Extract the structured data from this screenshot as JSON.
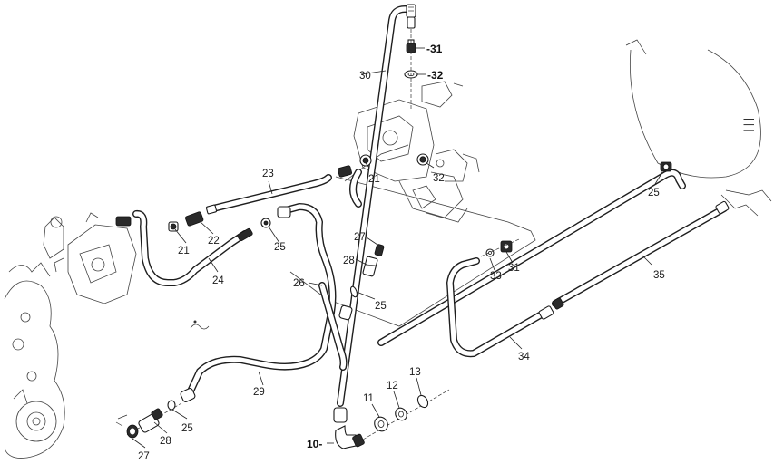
{
  "callouts": {
    "c10": "10-",
    "c11": "11",
    "c12": "12",
    "c13": "13",
    "c21a": "21",
    "c21b": "21",
    "c22": "22",
    "c23": "23",
    "c24": "24",
    "c25a": "25",
    "c25b": "25",
    "c25c": "25",
    "c25d": "25",
    "c26": "26",
    "c27a": "27",
    "c27b": "27",
    "c28a": "28",
    "c28b": "28",
    "c29": "29",
    "c30": "30",
    "c31a": "-31",
    "c31b": "31",
    "c32a": "-32",
    "c32b": "32",
    "c33": "33",
    "c34": "34",
    "c35": "35"
  },
  "colors": {
    "line": "#1e1e1e",
    "background": "#ffffff"
  }
}
